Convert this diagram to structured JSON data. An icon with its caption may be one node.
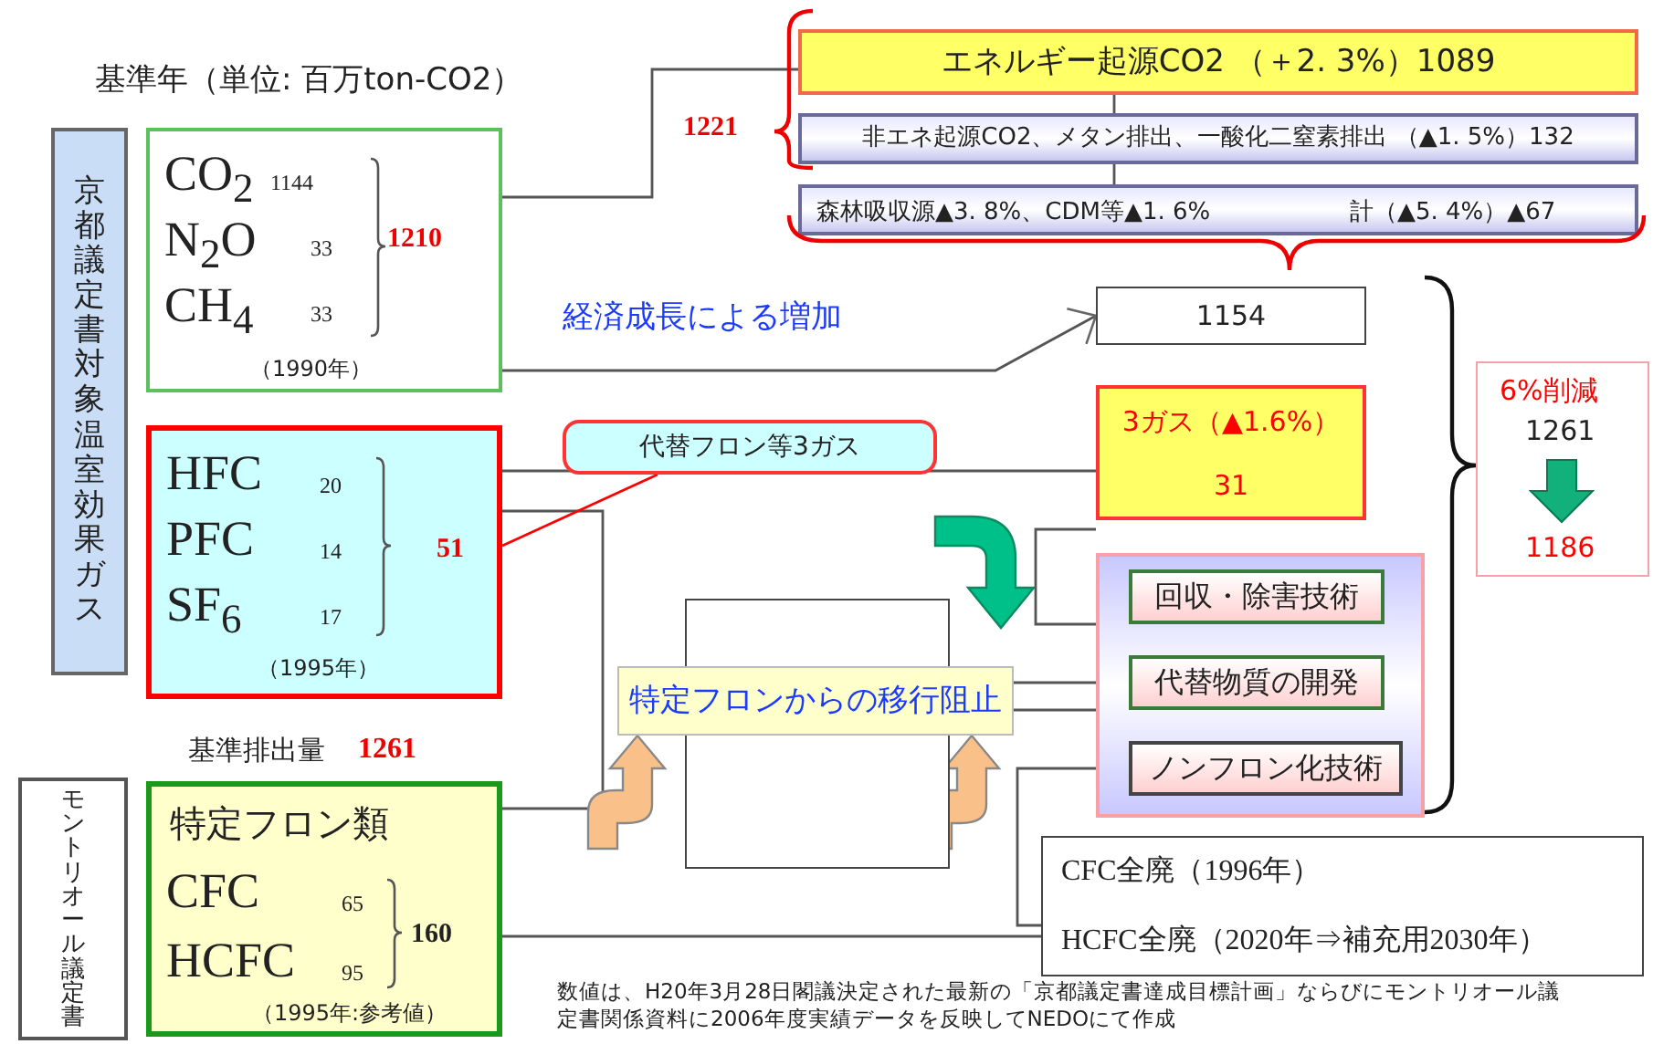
{
  "diagram": {
    "nodes": [
      {
        "text": [
          "京都議定書対象温室効果ガス"
        ]
      },
      {
        "text": [
          "CO$_{2}$",
          "1144",
          "N$_{2}$O",
          "33",
          "CH$_{4}$",
          "33",
          "1210",
          "（1990年）"
        ]
      },
      {
        "text": [
          "HFC",
          "20",
          "PFC",
          "14",
          "SF$_{6}$",
          "17",
          "51",
          "（1995年）"
        ]
      },
      {
        "text": [
          "モントリオール議定書"
        ]
      },
      {
        "text": [
          "特定フロン類",
          "CFC",
          "65",
          "HCFC",
          "95",
          "160",
          "（1995年:参考値）"
        ]
      },
      {
        "text": [
          "エネルギー起源CO2 （＋2. 3%）1089"
        ]
      },
      {
        "text": [
          "非エネ起源CO2、メタン排出、一酸化二窒素排出 （▲1. 5%）132"
        ]
      },
      {
        "text": [
          "森林吸収源▲3. 8%、CDM等▲1. 6%",
          "計（▲5. 4%）▲67"
        ]
      },
      {
        "text": [
          "1154"
        ]
      },
      {
        "text": [
          "代替フロン等3ガス"
        ]
      },
      {
        "text": [
          "3ガス（▲1.6%）",
          "31"
        ]
      },
      {
        "text": [],
        "shape": "box"
      },
      {
        "text": [
          "回収・除害技術"
        ],
        "in": 11
      },
      {
        "text": [
          "代替物質の開発"
        ],
        "in": 11
      },
      {
        "text": [
          "ノンフロン化技術"
        ],
        "in": 11
      },
      {
        "text": [
          "特定フロンからの移行阻止"
        ]
      },
      {
        "text": [],
        "shape": "box"
      },
      {
        "text": [
          "CFC全廃（1996年）",
          "HCFC全廃（2020年⇒補充用2030年）"
        ]
      },
      {
        "text": [
          "6%削減",
          "1261",
          "1186"
        ]
      }
    ],
    "edges": [
      {
        "from": 1,
        "to": 5,
        "arrow": "none"
      },
      {
        "from": 5,
        "to": 6,
        "arrow": "none"
      },
      {
        "from": 6,
        "to": 7,
        "arrow": "none"
      },
      {
        "from": 1,
        "to": 8,
        "arrow": "to",
        "label": "経済成長による増加"
      },
      {
        "from": 2,
        "to": 10,
        "arrow": "none"
      },
      {
        "from": 10,
        "to": 11,
        "arrow": "none"
      },
      {
        "from": 2,
        "to": 4,
        "arrow": "none"
      },
      {
        "from": 9,
        "to": 2,
        "arrow": "none",
        "color": "#ff0000"
      },
      {
        "from": 15,
        "to": 11,
        "arrow": "none"
      },
      {
        "from": 15,
        "to": 11,
        "arrow": "none"
      },
      {
        "from": 11,
        "to": 17,
        "arrow": "none"
      },
      {
        "from": 4,
        "to": 17,
        "arrow": "none"
      },
      {
        "from": null,
        "to": 15,
        "arrow": "to"
      },
      {
        "from": null,
        "to": 15,
        "arrow": "to"
      }
    ],
    "labels": [
      "基準年（単位: 百万ton-CO2）",
      "1221",
      "基準排出量",
      "1261",
      "数値は、H20年3月28日閣議決定された最新の「京都議定書達成目標計画」ならびにモントリオール議定書関係資料に2006年度実績データを反映してNEDOにて作成"
    ]
  }
}
